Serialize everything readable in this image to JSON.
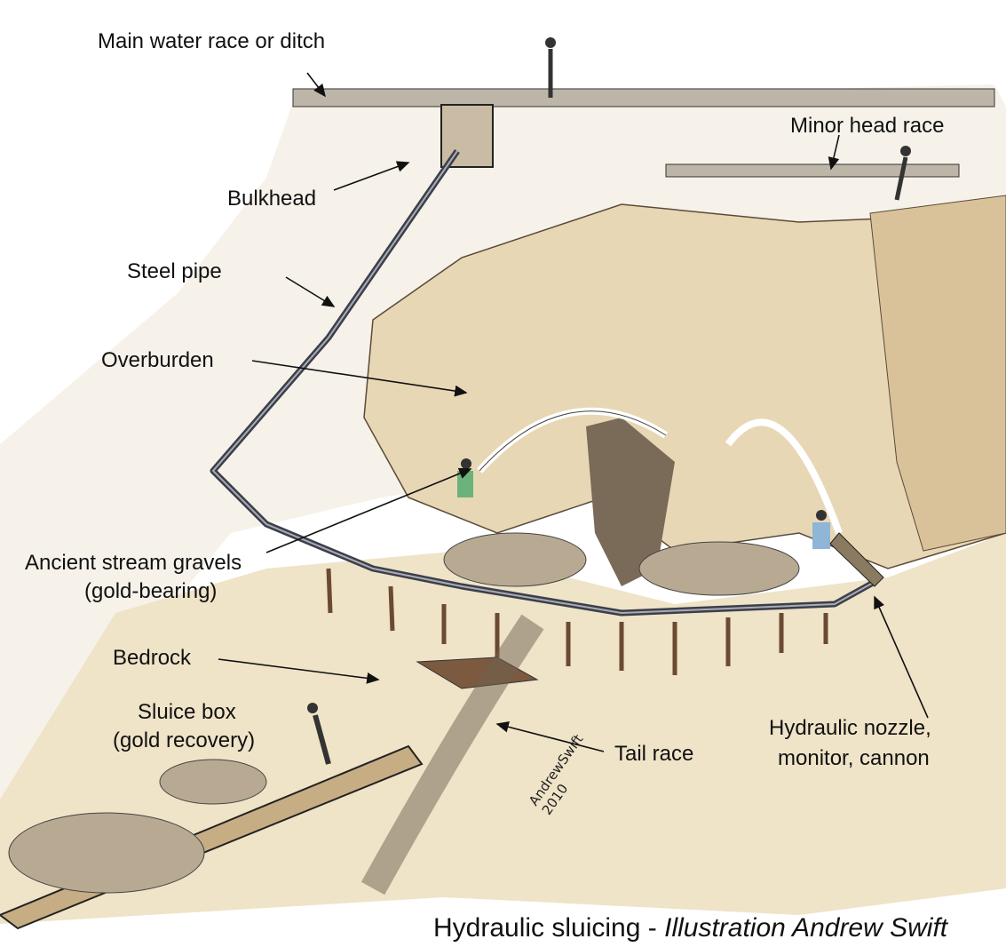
{
  "labels": {
    "main_race": "Main water race or ditch",
    "minor_race": "Minor head race",
    "bulkhead": "Bulkhead",
    "steel_pipe": "Steel pipe",
    "overburden": "Overburden",
    "gravels_1": "Ancient stream gravels",
    "gravels_2": "(gold-bearing)",
    "bedrock": "Bedrock",
    "sluice_1": "Sluice box",
    "sluice_2": "(gold recovery)",
    "tail_race": "Tail race",
    "nozzle_1": "Hydraulic nozzle,",
    "nozzle_2": "monitor, cannon"
  },
  "caption": {
    "title": "Hydraulic sluicing",
    "separator": " - ",
    "credit": "Illustration Andrew Swift"
  },
  "signature": {
    "name": "AndrewSwift",
    "year": "2010"
  },
  "colors": {
    "sand": "#efe3c8",
    "dirt": "#d9c29a",
    "pipe": "#3c3f4a",
    "wood": "#6b4a32"
  }
}
